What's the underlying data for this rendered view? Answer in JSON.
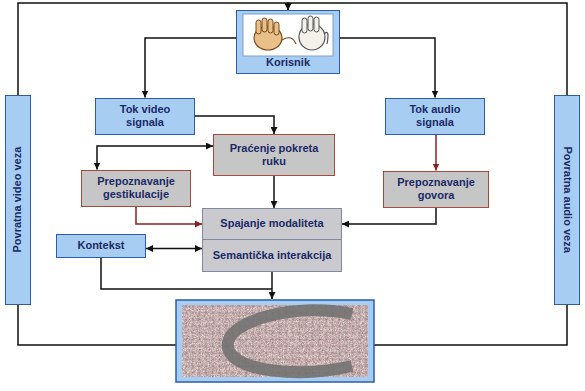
{
  "diagram": {
    "nodes": [
      {
        "text": [
          "Korisnik"
        ]
      },
      {
        "text": [
          "Povratna video veza"
        ]
      },
      {
        "text": [
          "Tok video signala"
        ]
      },
      {
        "text": [
          "Tok audio signala"
        ]
      },
      {
        "text": [
          "Povratna audio veza"
        ]
      },
      {
        "text": [
          "Praćenje pokreta ruku"
        ]
      },
      {
        "text": [
          "Prepoznavanje gestikulacije"
        ]
      },
      {
        "text": [
          "Prepoznavanje govora"
        ]
      },
      {
        "text": [
          "Spajanje modaliteta"
        ]
      },
      {
        "text": [
          "Kontekst"
        ]
      },
      {
        "text": [
          "Semantička interakcija"
        ]
      }
    ],
    "edges": [
      {
        "from": 0,
        "to": 2,
        "arrow": "to"
      },
      {
        "from": 0,
        "to": 3,
        "arrow": "to"
      },
      {
        "from": 2,
        "to": 5,
        "arrow": "to"
      },
      {
        "from": 5,
        "to": 6,
        "arrow": "both"
      },
      {
        "from": 5,
        "to": 8,
        "arrow": "to"
      },
      {
        "from": 6,
        "to": 8,
        "arrow": "to"
      },
      {
        "from": 3,
        "to": 7,
        "arrow": "to"
      },
      {
        "from": 7,
        "to": 8,
        "arrow": "to"
      },
      {
        "from": 9,
        "to": 10,
        "arrow": "both"
      },
      {
        "from": 1,
        "to": 0,
        "arrow": "to"
      },
      {
        "from": 4,
        "to": 0,
        "arrow": "to"
      }
    ]
  }
}
